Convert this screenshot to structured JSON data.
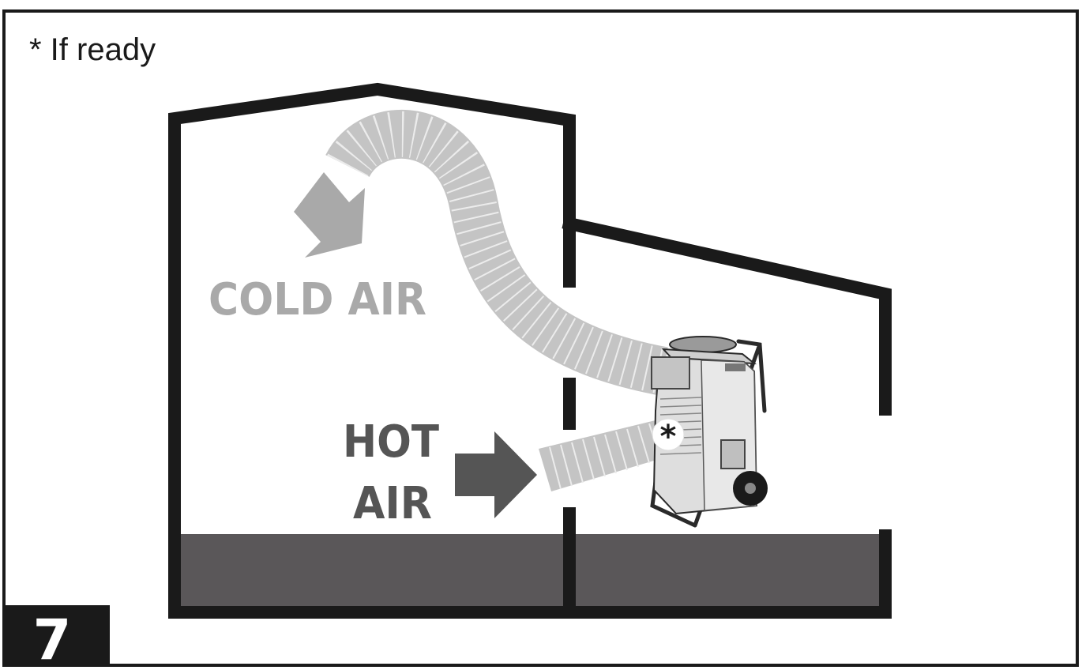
{
  "note": "* If ready",
  "cold_label": "COLD AIR",
  "hot_label_line1": "HOT",
  "hot_label_line2": "AIR",
  "step_number": "7",
  "unit_marker": "*",
  "colors": {
    "wall": "#1a1a1a",
    "floor": "#5a5759",
    "cold": "#a9a9a9",
    "hot": "#555555",
    "duct": "#c4c4c4",
    "duct_rib": "#ececec",
    "unit_body": "#dedede",
    "unit_outline": "#2a2a2a"
  }
}
